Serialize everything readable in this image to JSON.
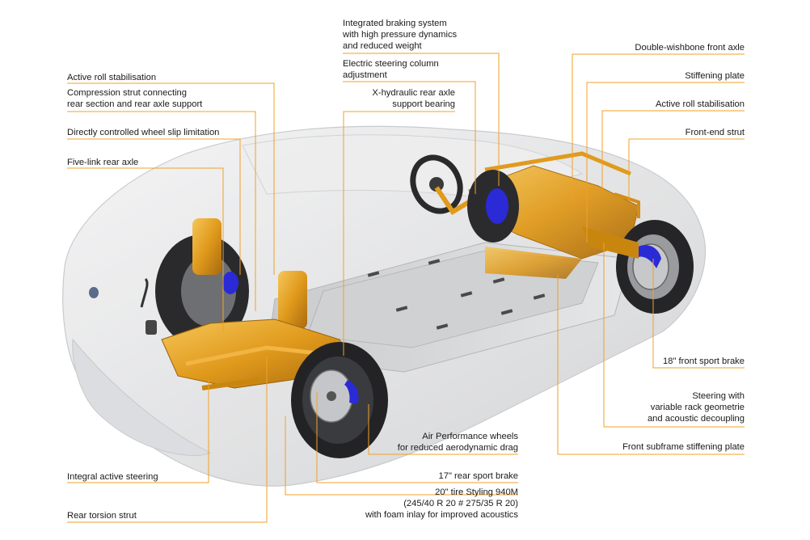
{
  "colors": {
    "leader": "#f0a028",
    "chassis": "#e7a21f",
    "chassis_dark": "#b57410",
    "caliper": "#2a2ad6",
    "tire": "#222222",
    "body": "#d9dadc",
    "text": "#1a1a1a"
  },
  "labels": {
    "integrated_braking": "Integrated braking system\nwith high pressure dynamics\nand reduced weight",
    "electric_steering": "Electric steering column\nadjustment",
    "x_hydraulic": "X-hydraulic rear axle\nsupport bearing",
    "active_roll_rear": "Active roll stabilisation",
    "compression_strut": "Compression strut connecting\nrear section and rear axle support",
    "wheel_slip": "Directly controlled wheel slip limitation",
    "five_link": "Five-link rear axle",
    "integral_steering": "Integral active steering",
    "rear_torsion": "Rear torsion strut",
    "double_wishbone": "Double-wishbone front axle",
    "stiffening_plate": "Stiffening plate",
    "active_roll_front": "Active roll stabilisation",
    "front_end_strut": "Front-end strut",
    "front_brake": "18\" front sport brake",
    "steering_rack": "Steering with\nvariable rack geometrie\nand acoustic decoupling",
    "front_subframe": "Front subframe stiffening plate",
    "air_wheels": "Air Performance wheels\nfor reduced aerodynamic drag",
    "rear_brake": "17\" rear sport brake",
    "tire": "20\" tire Styling 940M\n(245/40 R 20 # 275/35 R 20)\nwith foam inlay for improved acoustics"
  }
}
